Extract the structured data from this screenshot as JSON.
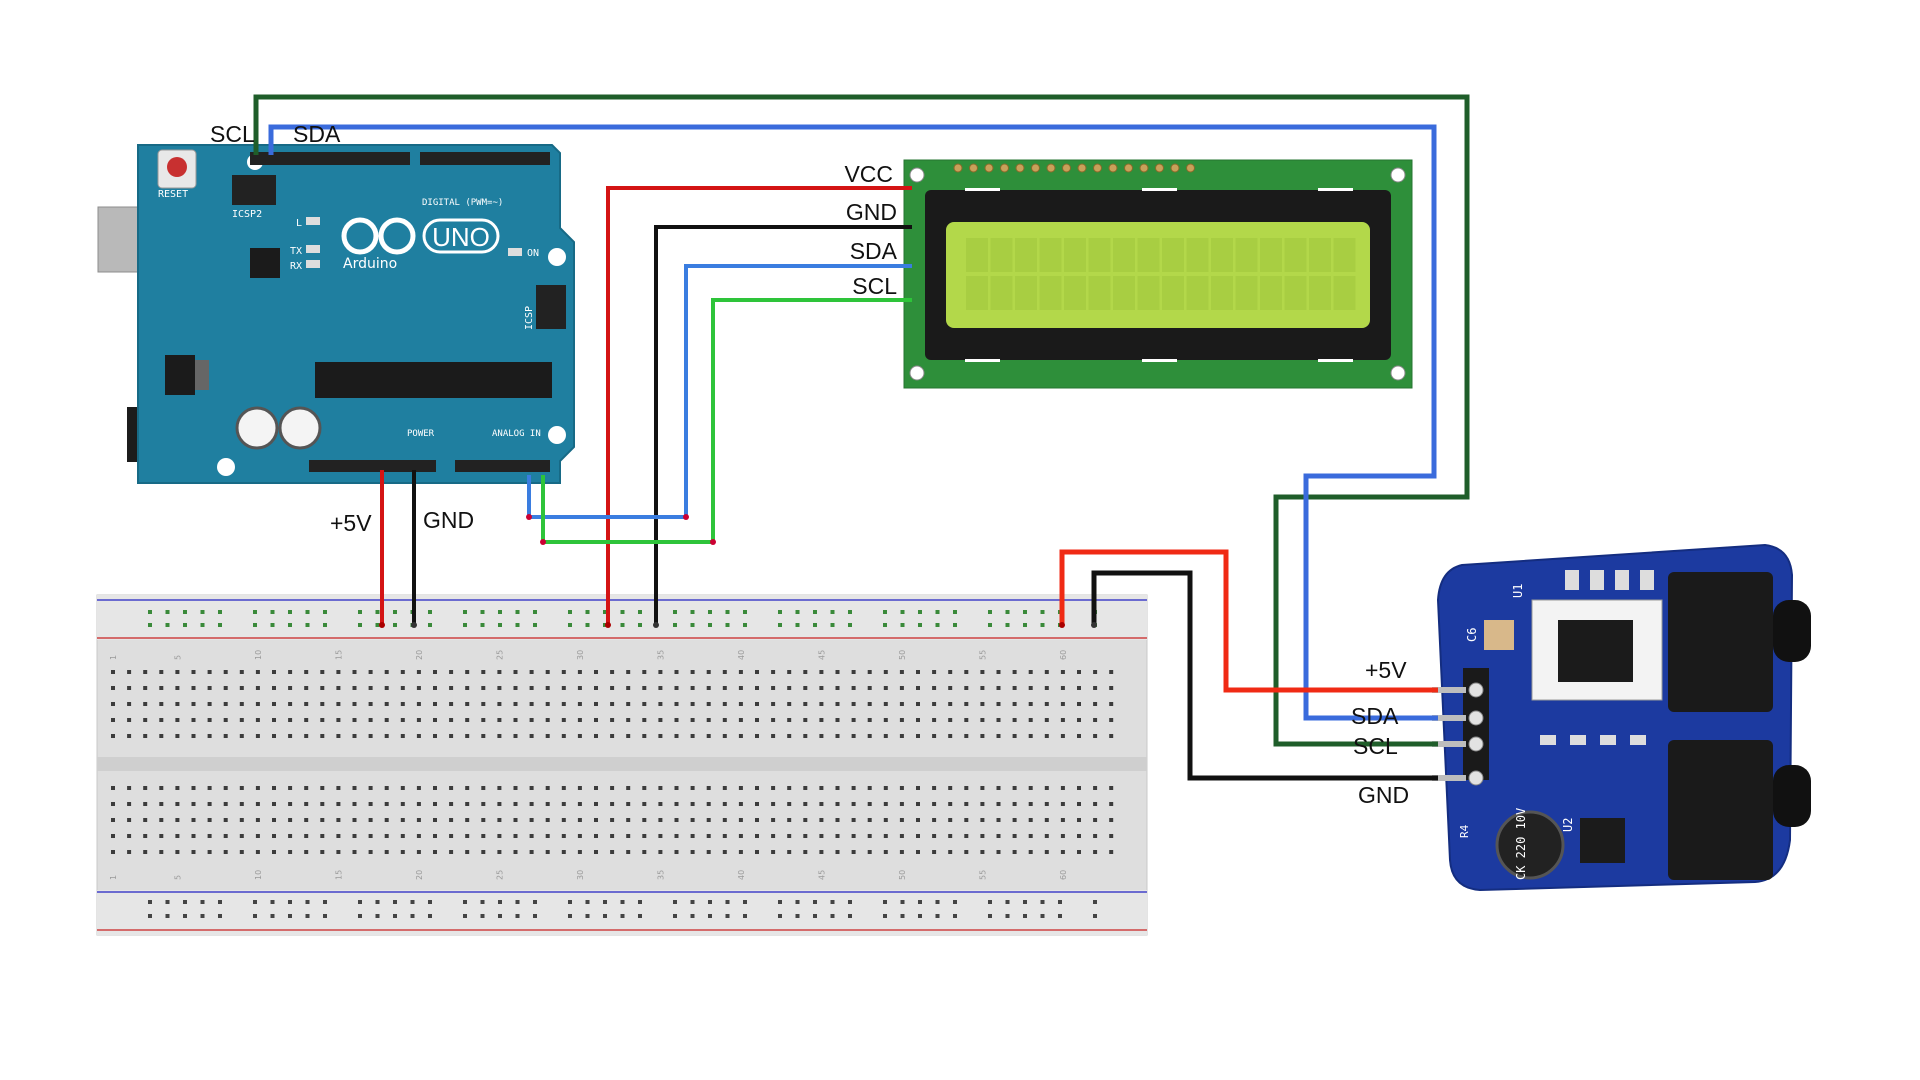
{
  "colors": {
    "wire_red": "#d41414",
    "wire_black": "#111111",
    "wire_blue": "#3a7de0",
    "wire_green": "#2ec43a",
    "wire_darkgreen": "#1f5e2a",
    "arduino_board": "#1f7fa0",
    "lcd_pcb": "#2e8f3a",
    "lcd_screen": "#b3d84a",
    "breadboard": "#dcdcdc",
    "module_pcb": "#1c3aa0"
  },
  "arduino": {
    "label_scl": "SCL",
    "label_sda": "SDA",
    "label_5v": "+5V",
    "label_gnd": "GND",
    "reset": "RESET",
    "icsp2": "ICSP2",
    "icsp": "ICSP",
    "brand": "Arduino",
    "model": "UNO",
    "digital": "DIGITAL (PWM=~)",
    "analog": "ANALOG IN",
    "power": "POWER",
    "on": "ON",
    "led_l": "L",
    "led_tx": "TX",
    "led_rx": "RX"
  },
  "lcd": {
    "vcc": "VCC",
    "gnd": "GND",
    "sda": "SDA",
    "scl": "SCL"
  },
  "module": {
    "plus5v": "+5V",
    "sda": "SDA",
    "scl": "SCL",
    "gnd": "GND",
    "cap_text": "CK 220 10V",
    "u1": "U1",
    "u2": "U2",
    "c6": "C6",
    "r4": "R4"
  },
  "breadboard": {
    "numbers": [
      "1",
      "5",
      "10",
      "15",
      "20",
      "25",
      "30",
      "35",
      "40",
      "45",
      "50",
      "55",
      "60"
    ]
  }
}
